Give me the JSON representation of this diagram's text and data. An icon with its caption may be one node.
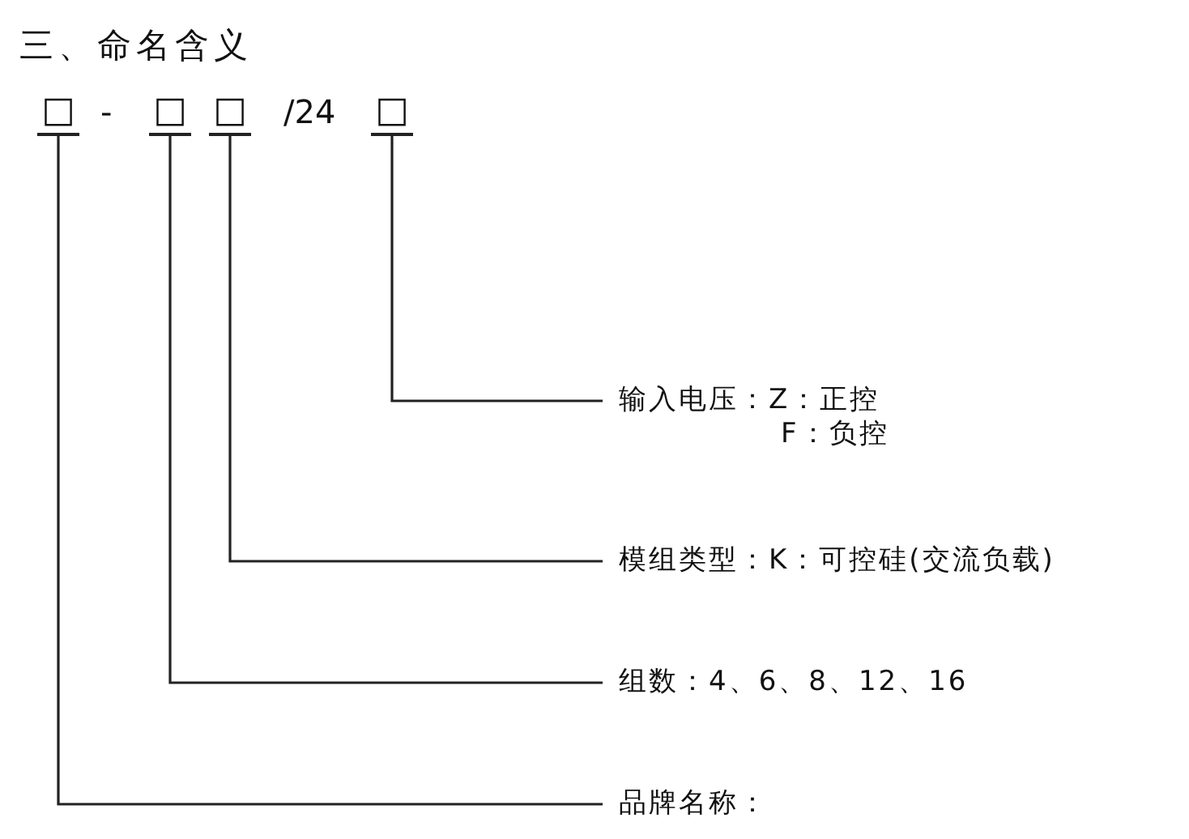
{
  "diagram": {
    "title": "三、命名含义",
    "nodes": [
      {
        "text": [
          "□"
        ]
      },
      {
        "text": [
          "□"
        ]
      },
      {
        "text": [
          "□"
        ]
      },
      {
        "text": [
          "□"
        ]
      },
      {
        "text": [
          "输入电压：Z：正控",
          "F：负控"
        ]
      },
      {
        "text": [
          "模组类型：K：可控硅(交流负载)"
        ]
      },
      {
        "text": [
          "组数：4、6、8、12、16"
        ]
      },
      {
        "text": [
          "品牌名称："
        ]
      }
    ],
    "edges": [
      {
        "from": 3,
        "to": 4,
        "arrow": "none"
      },
      {
        "from": 2,
        "to": 5,
        "arrow": "none"
      },
      {
        "from": 1,
        "to": 6,
        "arrow": "none"
      },
      {
        "from": 0,
        "to": 7,
        "arrow": "none"
      }
    ],
    "labels": [
      "-",
      "/24"
    ]
  }
}
